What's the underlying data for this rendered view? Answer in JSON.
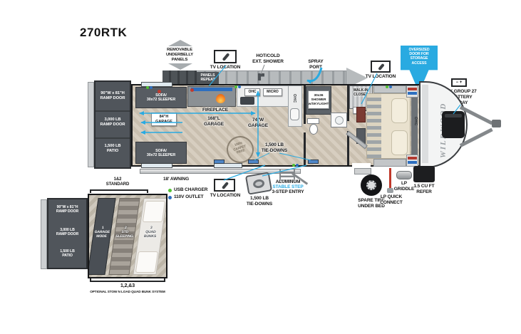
{
  "title": "270RTK",
  "brand": "WILDWOOD",
  "colors": {
    "accent_blue": "#29aae1",
    "usb_green": "#52c234",
    "outlet_blue": "#2d6fc0",
    "band_gray": "#b7bbbd",
    "panel_dark": "#50555b"
  },
  "callouts": {
    "removable_underbelly": "REMOVABLE\nUNDERBELLY\nPANELS",
    "panels_repeat": "PANELS\nREPEAT",
    "tv_location": "TV LOCATION",
    "ext_shower": "HOT/COLD\nEXT. SHOWER",
    "spray_port": "SPRAY\nPORT",
    "oversized_door": "OVERSIZED\nDOOR FOR\nSTORAGE\nACCESS",
    "battery_tray": "2X GROUP 27\nBATTERY\nTRAY",
    "awning": "18' AWNING",
    "usb_charger": "USB CHARGER",
    "outlet_110v": "110V OUTLET",
    "tie_downs": "1,500 LB\nTIE-DOWNS",
    "step_line1": "ALUMINUM",
    "step_line2": "STABLE STEP",
    "step_line3": "3-STEP ENTRY",
    "spare_tire": "SPARE TIRE\nUNDER BED",
    "lp_quick_connect": "LP QUICK\nCONNECT",
    "lp_griddle": "LP\nGRIDDLE",
    "refer": "1.5 CU FT\nREFER"
  },
  "ramp": {
    "size": "90\"W x 81\"H\nRAMP DOOR",
    "weight": "3,000 LB\nRAMP DOOR",
    "patio": "1,500 LB\nPATIO"
  },
  "rooms": {
    "sofa": "SOFA/\n30x72 SLEEPER",
    "garage_height": "84\"H\nGARAGE",
    "garage_length": "168\"L\nGARAGE",
    "garage_width": "74\"W\nGARAGE",
    "fireplace": "FIREPLACE",
    "ohc": "OHC",
    "micro": "MICRO",
    "shower": "30x36\nSHOWER\nw/SKYLIGHT",
    "closet": "WALK-IN\nCLOSET",
    "cabs": "CABS",
    "carpet_stamp": "100%\nCARPET\nFREE"
  },
  "inset": {
    "standard_bracket": "1&2\nSTANDARD",
    "mode1": "1\nGARAGE\nMODE",
    "mode2": "2\nSTD\nSLEEPING",
    "mode3": "3\nQUAD\nBUNKS",
    "optional_nums": "1,2,&3",
    "optional_label": "OPTIONAL STOW N LOAD QUAD BUNK SYSTEM"
  }
}
